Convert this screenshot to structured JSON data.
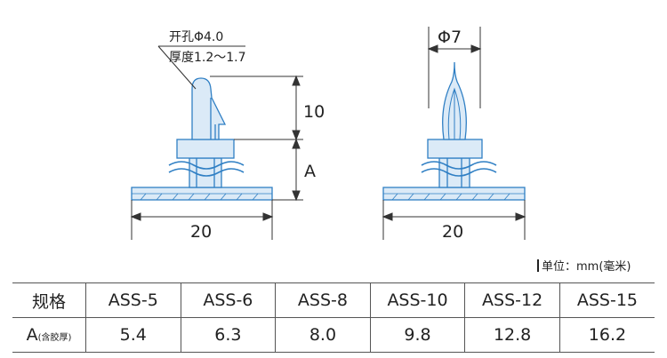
{
  "drawing": {
    "left_note_line1": "开孔Φ4.0",
    "left_note_line2": "厚度1.2～1.7",
    "dim_height_top": "10",
    "dim_height_a": "A",
    "dim_width_left": "20",
    "dim_width_right": "20",
    "dim_diameter": "Φ7",
    "part_color": "#2f7fc4",
    "part_fill": "#dbeaf7"
  },
  "unit_note": "单位：mm(毫米)",
  "table": {
    "row1_header": "规格",
    "row2_header_main": "A",
    "row2_header_sub": "(含胶厚)",
    "models": [
      "ASS-5",
      "ASS-6",
      "ASS-8",
      "ASS-10",
      "ASS-12",
      "ASS-15"
    ],
    "a_values": [
      "5.4",
      "6.3",
      "8.0",
      "9.8",
      "12.8",
      "16.2"
    ]
  }
}
